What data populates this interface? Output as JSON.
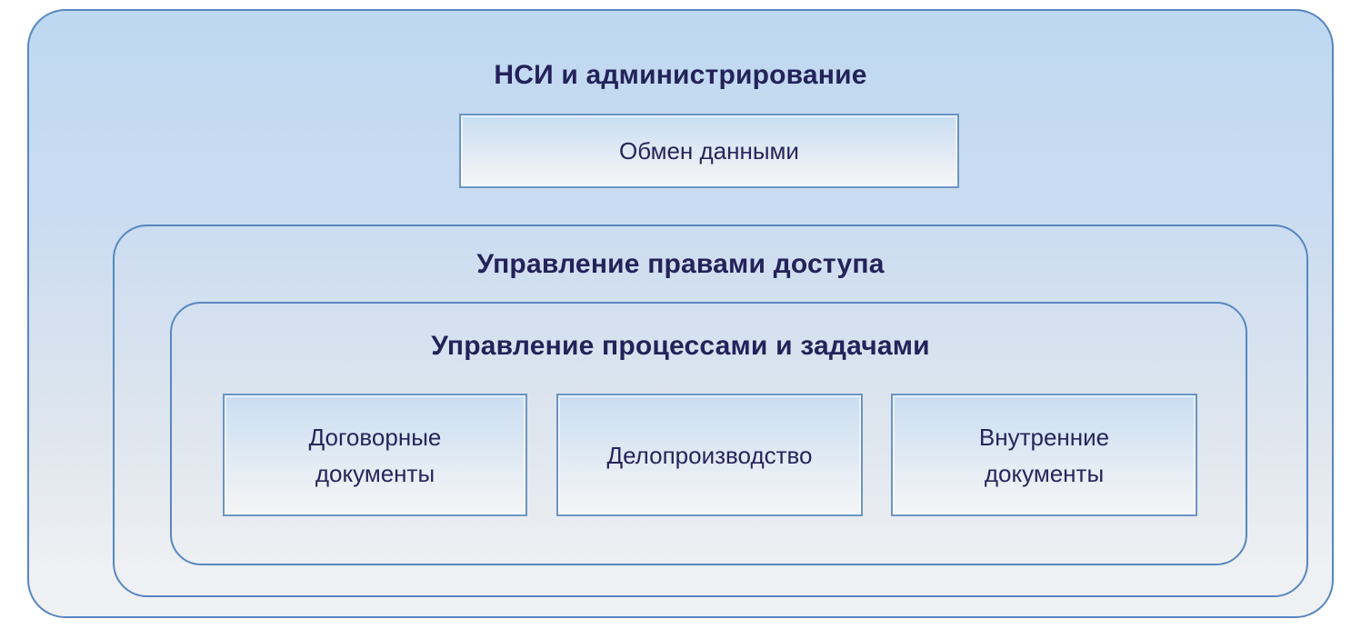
{
  "diagram": {
    "outer_group": {
      "title": "НСИ и администрирование"
    },
    "exchange_box": {
      "label": "Обмен данными"
    },
    "access_rights_group": {
      "title": "Управление правами доступа"
    },
    "process_group": {
      "title": "Управление процессами и задачами"
    },
    "modules": [
      {
        "label": "Договорные\nдокументы"
      },
      {
        "label": "Делопроизводство"
      },
      {
        "label": "Внутренние\nдокументы"
      }
    ],
    "colors": {
      "group_border": "#5787bf",
      "leaf_border": "#6b95c4",
      "gradient_top": "#bed8f1",
      "gradient_bottom": "#f0f1f3",
      "leaf_gradient_top": "#c9def3",
      "leaf_gradient_bottom": "#f3f5f7",
      "text": "#232259"
    }
  }
}
